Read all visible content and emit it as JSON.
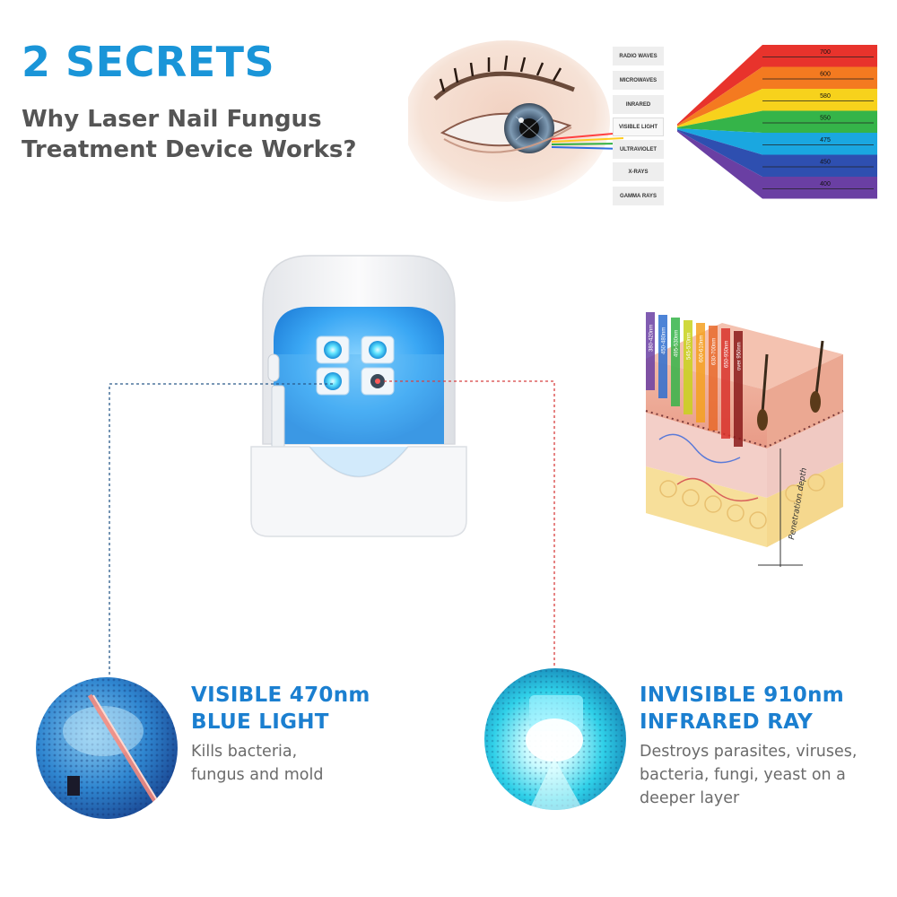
{
  "header": {
    "headline": "2 SECRETS",
    "subline": "Why Laser Nail Fungus Treatment Device Works?"
  },
  "spectrum": {
    "labels": [
      "RADIO WAVES",
      "MICROWAVES",
      "INRARED",
      "VISIBLE LIGHT",
      "ULTRAVIOLET",
      "X-RAYS",
      "GAMMA RAYS"
    ],
    "bands": [
      {
        "value": "700",
        "color": "#e8332c"
      },
      {
        "value": "600",
        "color": "#f47a20"
      },
      {
        "value": "580",
        "color": "#f7d21c"
      },
      {
        "value": "550",
        "color": "#35b449"
      },
      {
        "value": "475",
        "color": "#1aa7e0"
      },
      {
        "value": "450",
        "color": "#2e4fb0"
      },
      {
        "value": "400",
        "color": "#6a3fa3"
      }
    ]
  },
  "skin_diagram": {
    "wavelength_labels": [
      {
        "text": "380-420nm",
        "color": "#6a3fa3"
      },
      {
        "text": "450-480nm",
        "color": "#2e6fd0"
      },
      {
        "text": "495-530nm",
        "color": "#35b449"
      },
      {
        "text": "545-570nm",
        "color": "#c8d21c"
      },
      {
        "text": "600-610nm",
        "color": "#f4a020"
      },
      {
        "text": "630-700nm",
        "color": "#e86a2c"
      },
      {
        "text": "650-950nm",
        "color": "#d8332c"
      },
      {
        "text": "over 950nm",
        "color": "#8a1a1a"
      }
    ],
    "depth_label": "Penetration depth"
  },
  "panels": {
    "left": {
      "title_line1": "VISIBLE 470nm",
      "title_line2": "BLUE LIGHT",
      "desc_line1": "Kills bacteria,",
      "desc_line2": "fungus and mold"
    },
    "right": {
      "title_line1": "INVISIBLE 910nm",
      "title_line2": "INFRARED RAY",
      "desc_line1": "Destroys parasites, viruses,",
      "desc_line2": "bacteria, fungi, yeast on a",
      "desc_line3": "deeper layer"
    }
  },
  "colors": {
    "accent_blue": "#1a95d8",
    "title_blue": "#1b7fd0",
    "connector_blue": "#2a5a8a",
    "connector_red": "#d84040"
  }
}
